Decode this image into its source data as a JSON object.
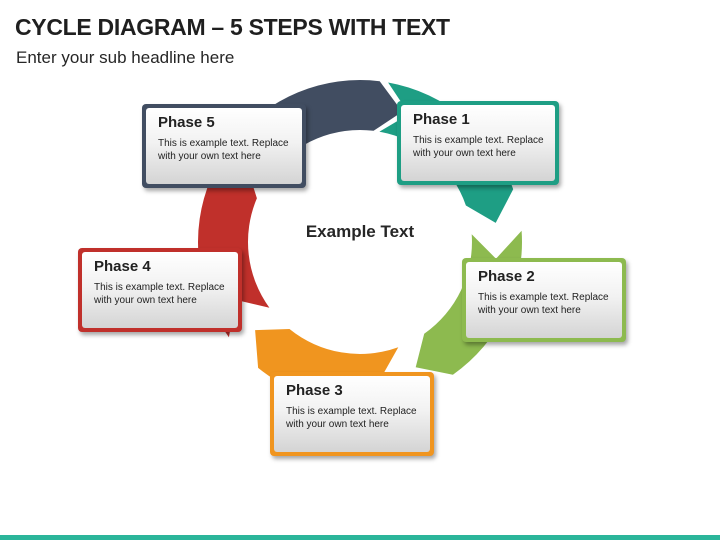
{
  "title": "CYCLE DIAGRAM – 5 STEPS WITH TEXT",
  "subtitle": "Enter your sub headline here",
  "center_text": "Example Text",
  "colors": {
    "phase1": "#1e9e84",
    "phase2": "#8dba4f",
    "phase3": "#f0951f",
    "phase4": "#c0302b",
    "phase5": "#414d61",
    "accent_bar": "#2bb59a"
  },
  "phases": [
    {
      "title": "Phase 1",
      "text": "This is example text. Replace with your own text here"
    },
    {
      "title": "Phase 2",
      "text": "This is example text. Replace with your own text here"
    },
    {
      "title": "Phase 3",
      "text": "This is example text. Replace with your own text here"
    },
    {
      "title": "Phase 4",
      "text": "This is example text. Replace with your own text here"
    },
    {
      "title": "Phase 5",
      "text": "This is example text. Replace with your own text here"
    }
  ]
}
